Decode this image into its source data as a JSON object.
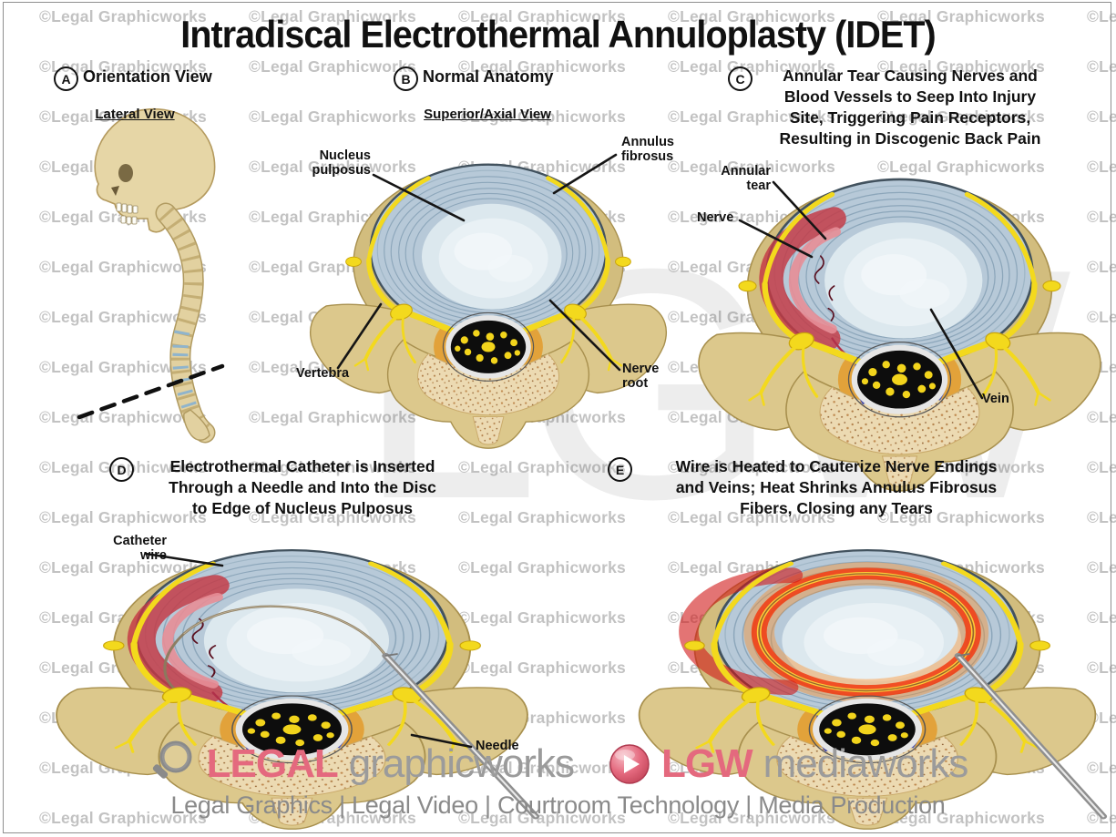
{
  "title": "Intradiscal Electrothermal Annuloplasty (IDET)",
  "watermark": {
    "tile": "©Legal Graphicworks",
    "big": "LGW"
  },
  "panels": {
    "a": {
      "letter": "A",
      "heading": "Orientation View",
      "subheading": "Lateral View"
    },
    "b": {
      "letter": "B",
      "heading": "Normal Anatomy",
      "subheading": "Superior/Axial View",
      "labels": {
        "nucleus_pulposus": "Nucleus\npulposus",
        "annulus_fibrosus": "Annulus\nfibrosus",
        "vertebra": "Vertebra",
        "nerve_root": "Nerve\nroot"
      }
    },
    "c": {
      "letter": "C",
      "heading": "Annular Tear Causing Nerves and\nBlood Vessels to Seep Into Injury\nSite, Triggering Pain Receptors,\nResulting in Discogenic Back Pain",
      "labels": {
        "annular_tear": "Annular\ntear",
        "nerve": "Nerve",
        "vein": "Vein"
      }
    },
    "d": {
      "letter": "D",
      "heading": "Electrothermal Catheter is Inserted\nThrough a Needle and Into the Disc\nto Edge of Nucleus Pulposus",
      "labels": {
        "catheter_wire": "Catheter\nwire",
        "needle": "Needle"
      }
    },
    "e": {
      "letter": "E",
      "heading": "Wire is Heated to Cauterize Nerve Endings\nand Veins; Heat Shrinks Annulus Fibrosus\nFibers, Closing any Tears"
    }
  },
  "footer": {
    "brand1": {
      "icon": "magnifier-icon",
      "prefix": "LEGAL",
      "suffix": "graphicworks"
    },
    "brand2": {
      "icon": "play-icon",
      "prefix": "LGW",
      "suffix": "mediaworks"
    },
    "tagline": "Legal Graphics | Legal Video | Courtroom Technology | Media Production"
  },
  "colors": {
    "brand_pink": "#e4697e",
    "brand_gray": "#9b9b9b",
    "watermark_gray": "#8c8c8c",
    "bone_tan": "#dcc88c",
    "bone_speckled": "#ecdab2",
    "disc_blue": "#b7c9d8",
    "disc_ring": "#8ca6ba",
    "nucleus": "#e2edf2",
    "nerve_yellow": "#f3d91d",
    "tear_red": "#c53843",
    "heat_red": "#f23b10",
    "heat_orange": "#ff8c1e",
    "vein_blue": "#5058b0",
    "needle_gray": "#9a9a9a"
  }
}
